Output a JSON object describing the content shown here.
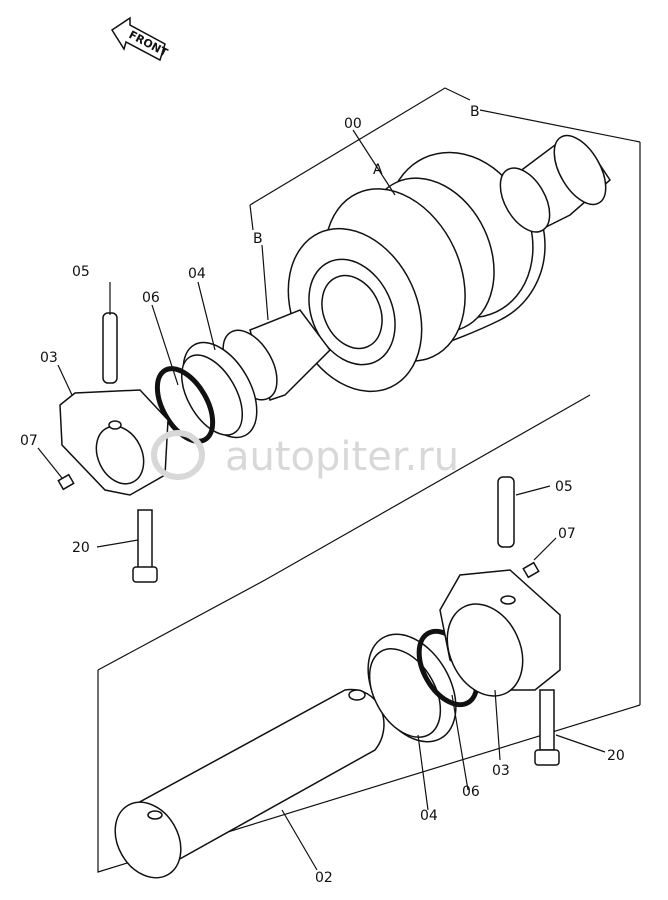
{
  "front_arrow": {
    "label": "FRONT",
    "icon": "front-arrow-icon"
  },
  "labels": {
    "assembly": "00",
    "roller": "A",
    "bushing_top": "B",
    "bushing_left": "B",
    "pin_top": "05",
    "o_ring_top": "06",
    "seal_top": "04",
    "collar_top": "03",
    "plug_top": "07",
    "bolt_top": "20",
    "pin_bottom": "05",
    "plug_bottom": "07",
    "collar_bottom": "03",
    "o_ring_bottom": "06",
    "seal_bottom": "04",
    "bolt_bottom": "20",
    "shaft": "02"
  },
  "watermark": "autopiter.ru"
}
